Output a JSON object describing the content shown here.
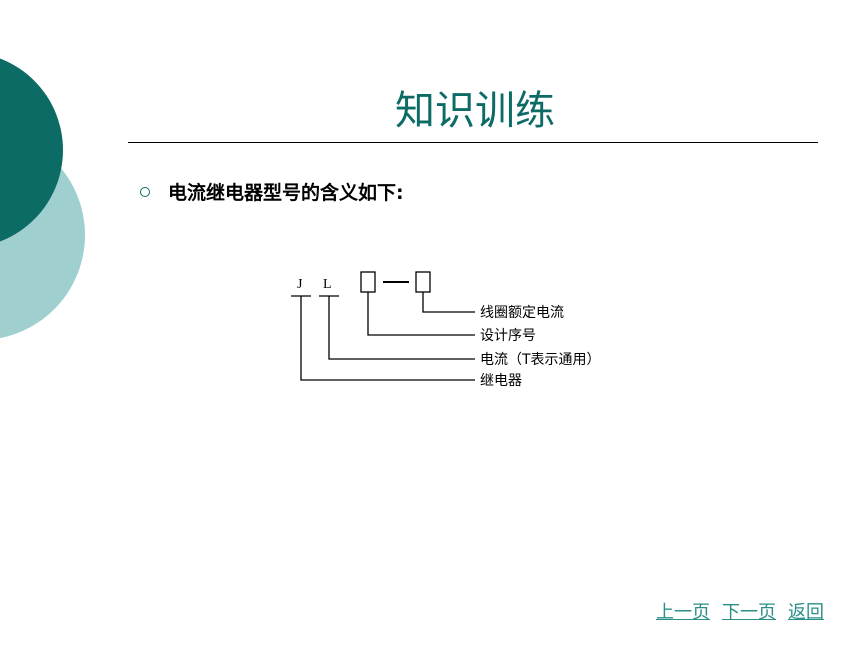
{
  "title": "知识训练",
  "bullet": "电流继电器型号的含义如下:",
  "diagram": {
    "code_j": "J",
    "code_l": "L",
    "code_dash": "—",
    "labels": [
      "线圈额定电流",
      "设计序号",
      "电流（T表示通用）",
      "继电器"
    ]
  },
  "nav": {
    "prev": "上一页",
    "next": "下一页",
    "back": "返回"
  },
  "colors": {
    "accent": "#0d6b66",
    "accent_light": "#9fcfcf",
    "link": "#2a8f86"
  }
}
